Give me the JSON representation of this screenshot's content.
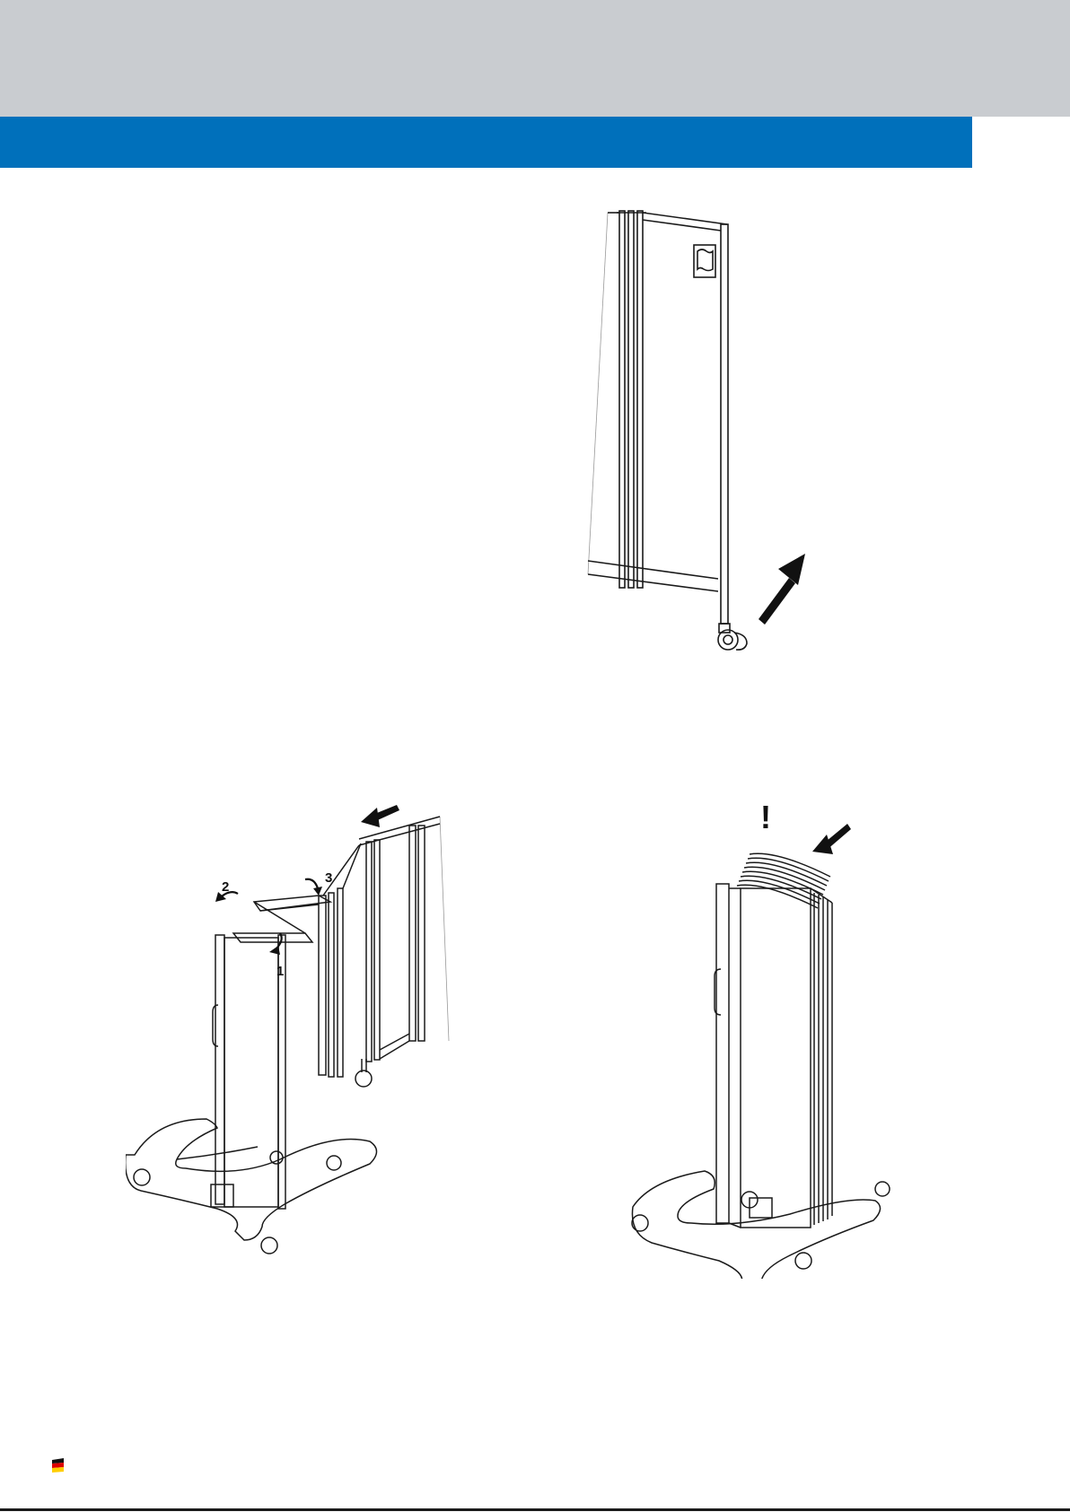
{
  "colors": {
    "header_gray": "#c9ccd0",
    "header_blue": "#0070bb",
    "line": "#1a1a1a"
  },
  "figure_2": {
    "steps": [
      "1",
      "2",
      "3"
    ]
  },
  "figure_3": {
    "warning_mark": "!"
  },
  "footer": {
    "flag_icon": "germany-flag-icon"
  }
}
